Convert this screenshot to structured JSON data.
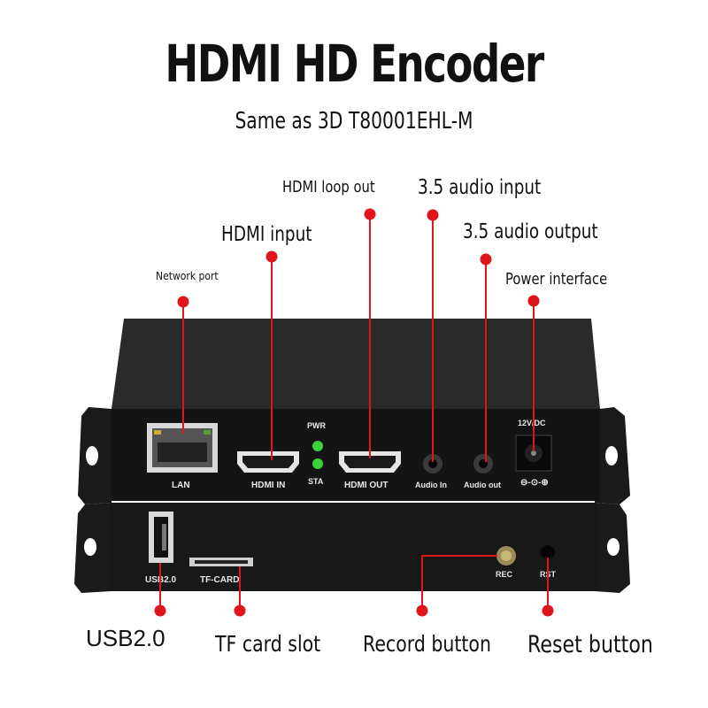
{
  "title": "HDMI HD Encoder",
  "subtitle": "Same as 3D T80001EHL-M",
  "callouts": {
    "network_port": "Network port",
    "hdmi_input": "HDMI input",
    "hdmi_loop_out": "HDMI loop out",
    "audio_input": "3.5 audio input",
    "audio_output": "3.5 audio output",
    "power_interface": "Power interface",
    "usb": "USB2.0",
    "tf_card_slot": "TF card slot",
    "record_button": "Record button",
    "reset_button": "Reset button"
  },
  "panel_labels": {
    "lan": "LAN",
    "pwr": "PWR",
    "sta": "STA",
    "hdmi_in": "HDMI IN",
    "hdmi_out": "HDMI OUT",
    "audio_in": "Audio In",
    "audio_out": "Audio out",
    "voltage": "12V/DC",
    "usb": "USB2.0",
    "tf_card": "TF-CARD",
    "rec": "REC",
    "rst": "RST"
  },
  "colors": {
    "callout_line": "#e0151b",
    "led": "#3ad13a",
    "device_body": "#1e1e1e"
  }
}
